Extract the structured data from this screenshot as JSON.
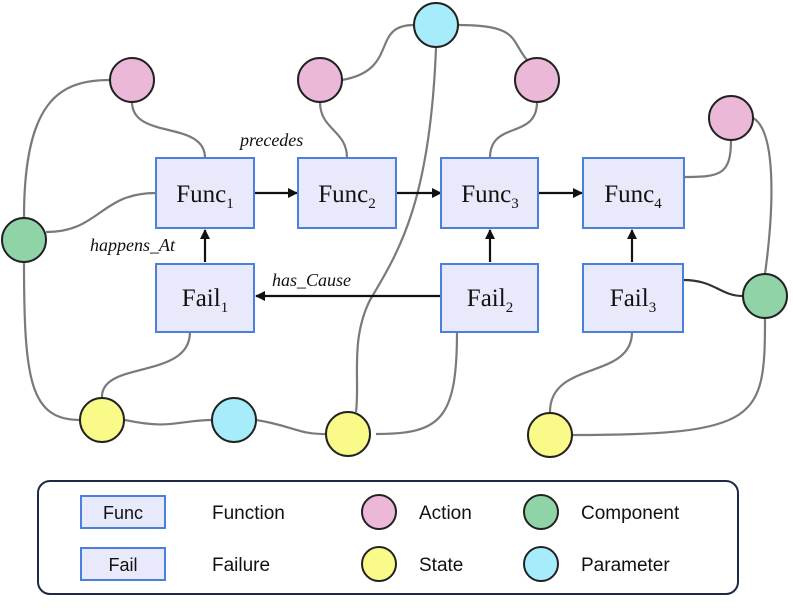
{
  "colors": {
    "action": "#ebb8d8",
    "component": "#8fd3a6",
    "state": "#fafa88",
    "parameter": "#a6ecfa",
    "box_fill": "#e8eafc",
    "box_stroke": "#4a7fe0"
  },
  "nodes": {
    "func1": {
      "base": "Func",
      "sub": "1"
    },
    "func2": {
      "base": "Func",
      "sub": "2"
    },
    "func3": {
      "base": "Func",
      "sub": "3"
    },
    "func4": {
      "base": "Func",
      "sub": "4"
    },
    "fail1": {
      "base": "Fail",
      "sub": "1"
    },
    "fail2": {
      "base": "Fail",
      "sub": "2"
    },
    "fail3": {
      "base": "Fail",
      "sub": "3"
    }
  },
  "edge_labels": {
    "precedes": "precedes",
    "happens_at": "happens_At",
    "has_cause": "has_Cause"
  },
  "legend": {
    "func_box": "Func",
    "func_label": "Function",
    "fail_box": "Fail",
    "fail_label": "Failure",
    "action": "Action",
    "state": "State",
    "component": "Component",
    "parameter": "Parameter"
  }
}
